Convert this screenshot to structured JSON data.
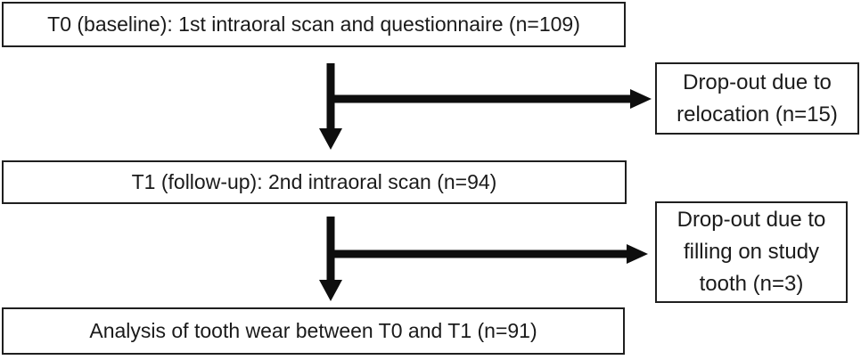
{
  "diagram": {
    "nodes": {
      "t0": {
        "label": "T0 (baseline): 1st intraoral scan and questionnaire (n=109)"
      },
      "dropout_relocation": {
        "label": "Drop-out due to relocation (n=15)"
      },
      "t1": {
        "label": "T1 (follow-up): 2nd intraoral scan (n=94)"
      },
      "dropout_filling": {
        "label": "Drop-out due to filling on study tooth (n=3)"
      },
      "analysis": {
        "label": "Analysis of tooth wear between T0 and T1 (n=91)"
      }
    },
    "colors": {
      "background": "#ffffff",
      "border": "#1f1f1f",
      "text": "#1a1a1a",
      "arrow": "#0e0e0e"
    }
  }
}
